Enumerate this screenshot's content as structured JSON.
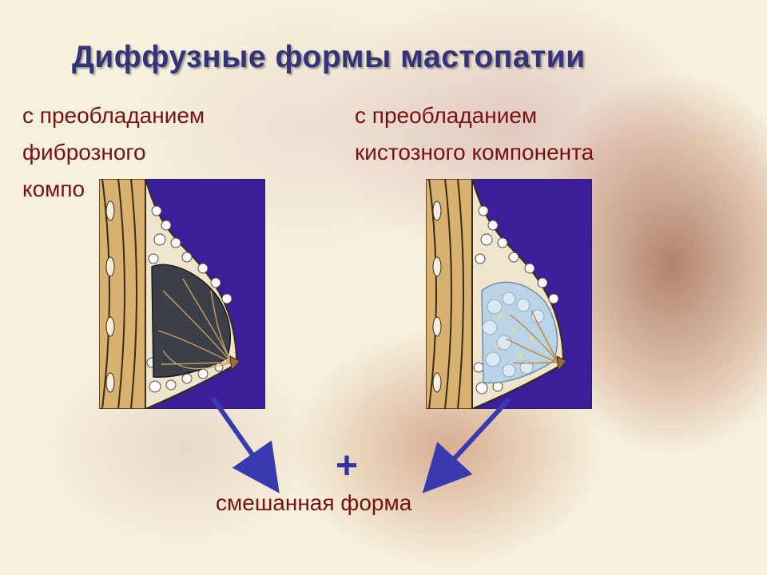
{
  "title": "Диффузные формы мастопатии",
  "left": {
    "lines": [
      "с преобладанием",
      "фиброзного",
      "компо"
    ]
  },
  "right": {
    "lines": [
      "с преобладанием",
      "кистозного компонента"
    ]
  },
  "plus": "+",
  "mixed_label": "смешанная форма",
  "colors": {
    "title": "#33337a",
    "text": "#7a1010",
    "panel_bg": "#3b1e9a",
    "arrow": "#3a3ab0"
  }
}
